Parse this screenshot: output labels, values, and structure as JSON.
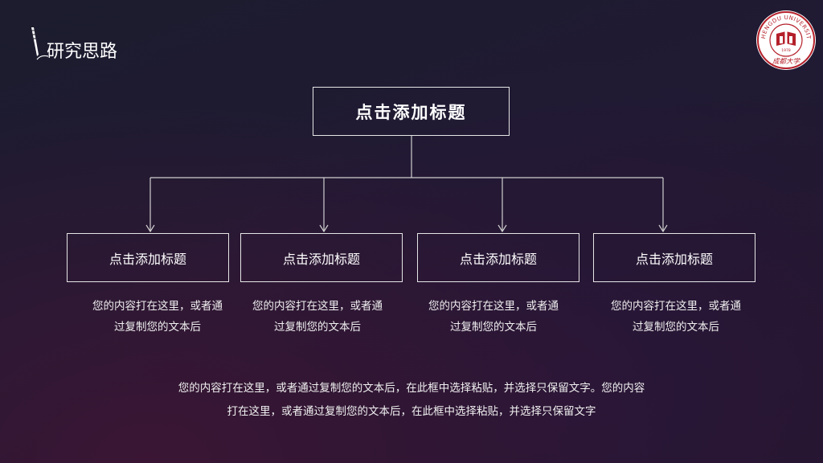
{
  "header": {
    "title": "研究思路"
  },
  "logo": {
    "arc_text": "CHENGDU UNIVERSITY",
    "year": "1978",
    "script_name": "成都大学",
    "color": "#b4202a"
  },
  "diagram": {
    "main_title": "点击添加标题",
    "items": [
      {
        "title": "点击添加标题",
        "desc_line1": "您的内容打在这里，或者通",
        "desc_line2": "过复制您的文本后"
      },
      {
        "title": "点击添加标题",
        "desc_line1": "您的内容打在这里，或者通",
        "desc_line2": "过复制您的文本后"
      },
      {
        "title": "点击添加标题",
        "desc_line1": "您的内容打在这里，或者通",
        "desc_line2": "过复制您的文本后"
      },
      {
        "title": "点击添加标题",
        "desc_line1": "您的内容打在这里，或者通",
        "desc_line2": "过复制您的文本后"
      }
    ]
  },
  "footer": {
    "line1": "您的内容打在这里，或者通过复制您的文本后，在此框中选择粘贴，并选择只保留文字。您的内容",
    "line2": "打在这里，或者通过复制您的文本后，在此框中选择粘贴，并选择只保留文字"
  }
}
